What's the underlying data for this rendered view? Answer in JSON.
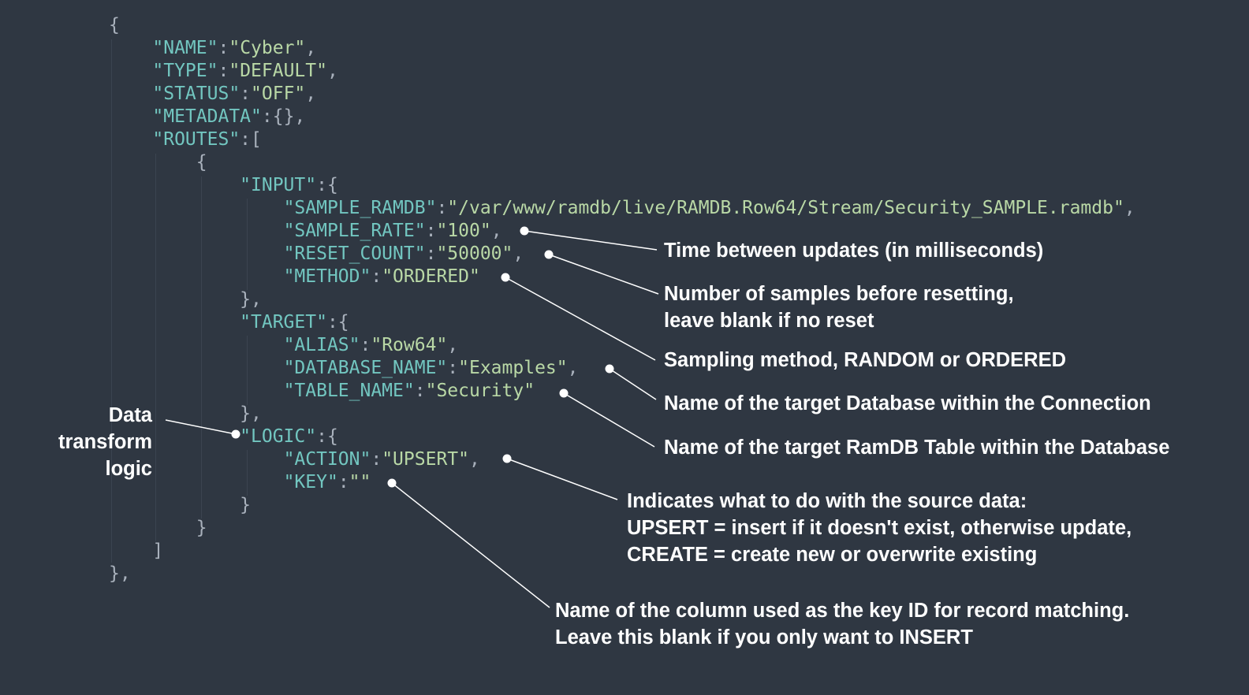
{
  "code": {
    "lines": [
      [
        [
          "p",
          "{"
        ]
      ],
      [
        [
          "k",
          "\"NAME\""
        ],
        [
          "p",
          ":"
        ],
        [
          "s",
          "\"Cyber\""
        ],
        [
          "p",
          ","
        ]
      ],
      [
        [
          "k",
          "\"TYPE\""
        ],
        [
          "p",
          ":"
        ],
        [
          "s",
          "\"DEFAULT\""
        ],
        [
          "p",
          ","
        ]
      ],
      [
        [
          "k",
          "\"STATUS\""
        ],
        [
          "p",
          ":"
        ],
        [
          "s",
          "\"OFF\""
        ],
        [
          "p",
          ","
        ]
      ],
      [
        [
          "k",
          "\"METADATA\""
        ],
        [
          "p",
          ":{},"
        ]
      ],
      [
        [
          "k",
          "\"ROUTES\""
        ],
        [
          "p",
          ":["
        ]
      ],
      [
        [
          "p",
          "{"
        ]
      ],
      [
        [
          "k",
          "\"INPUT\""
        ],
        [
          "p",
          ":{"
        ]
      ],
      [
        [
          "k",
          "\"SAMPLE_RAMDB\""
        ],
        [
          "p",
          ":"
        ],
        [
          "s",
          "\"/var/www/ramdb/live/RAMDB.Row64/Stream/Security_SAMPLE.ramdb\""
        ],
        [
          "p",
          ","
        ]
      ],
      [
        [
          "k",
          "\"SAMPLE_RATE\""
        ],
        [
          "p",
          ":"
        ],
        [
          "s",
          "\"100\""
        ],
        [
          "p",
          ","
        ]
      ],
      [
        [
          "k",
          "\"RESET_COUNT\""
        ],
        [
          "p",
          ":"
        ],
        [
          "s",
          "\"50000\""
        ],
        [
          "p",
          ","
        ]
      ],
      [
        [
          "k",
          "\"METHOD\""
        ],
        [
          "p",
          ":"
        ],
        [
          "s",
          "\"ORDERED\""
        ]
      ],
      [
        [
          "p",
          "},"
        ]
      ],
      [
        [
          "k",
          "\"TARGET\""
        ],
        [
          "p",
          ":{"
        ]
      ],
      [
        [
          "k",
          "\"ALIAS\""
        ],
        [
          "p",
          ":"
        ],
        [
          "s",
          "\"Row64\""
        ],
        [
          "p",
          ","
        ]
      ],
      [
        [
          "k",
          "\"DATABASE_NAME\""
        ],
        [
          "p",
          ":"
        ],
        [
          "s",
          "\"Examples\""
        ],
        [
          "p",
          ","
        ]
      ],
      [
        [
          "k",
          "\"TABLE_NAME\""
        ],
        [
          "p",
          ":"
        ],
        [
          "s",
          "\"Security\""
        ]
      ],
      [
        [
          "p",
          "},"
        ]
      ],
      [
        [
          "k",
          "\"LOGIC\""
        ],
        [
          "p",
          ":{"
        ]
      ],
      [
        [
          "k",
          "\"ACTION\""
        ],
        [
          "p",
          ":"
        ],
        [
          "s",
          "\"UPSERT\""
        ],
        [
          "p",
          ","
        ]
      ],
      [
        [
          "k",
          "\"KEY\""
        ],
        [
          "p",
          ":"
        ],
        [
          "s",
          "\"\""
        ]
      ],
      [
        [
          "p",
          "}"
        ]
      ],
      [
        [
          "p",
          "}"
        ]
      ],
      [
        [
          "p",
          "]"
        ]
      ],
      [
        [
          "p",
          "},"
        ]
      ]
    ]
  },
  "annotations": {
    "sample_rate": "Time between updates (in milliseconds)",
    "reset_count": {
      "line1": "Number of samples before resetting,",
      "line2": "leave blank if no reset"
    },
    "method": "Sampling method, RANDOM or ORDERED",
    "database_name": "Name of the target Database within the Connection",
    "table_name": "Name of the target RamDB Table within the Database",
    "action": {
      "line1": "Indicates what to do with the source data:",
      "line2": "UPSERT = insert if it doesn't exist, otherwise update,",
      "line3": "CREATE = create new or overwrite existing"
    },
    "key": {
      "line1": "Name of the column used as the key ID for record matching.",
      "line2": "Leave this blank if you only want to INSERT"
    },
    "logic": {
      "line1": "Data",
      "line2": "transform",
      "line3": "logic"
    }
  },
  "colors": {
    "background": "#2f3742",
    "key": "#72c6c0",
    "string": "#b9d8a6",
    "punctuation": "#a9b1bc",
    "annotation_text": "#ffffff",
    "leader_line": "#ffffff"
  }
}
